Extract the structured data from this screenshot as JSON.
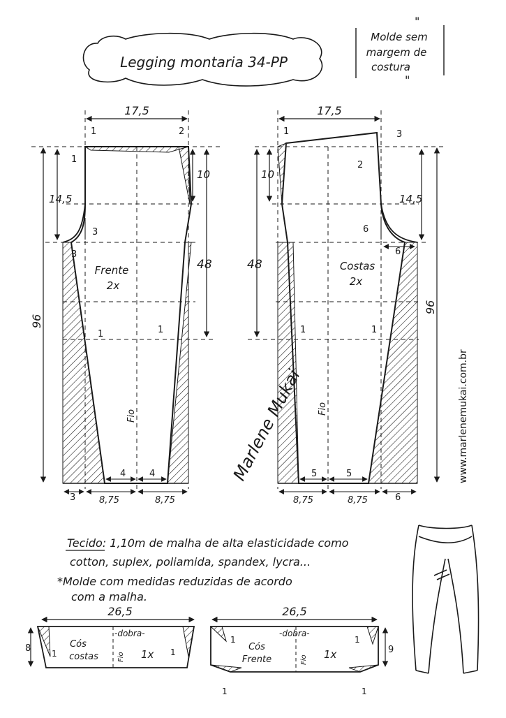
{
  "header": {
    "title": "Legging montaria 34-PP",
    "note_lines": [
      "Molde sem",
      "margem de",
      "costura"
    ],
    "note_quotes": "\""
  },
  "front_piece": {
    "label": "Frente",
    "count": "2x",
    "dim_top_width": "17,5",
    "dim_crotch_depth": "14,5",
    "dim_side_top": "10",
    "dim_inseam": "48",
    "dim_total_length": "96",
    "dim_crotch_point": "3",
    "dim_hem_left_margin": "3",
    "dim_hem_half_left": "8,75",
    "dim_hem_half_right": "8,75",
    "dim_hem_in_left": "4",
    "dim_hem_in_right": "4",
    "marker_1": "1",
    "marker_2": "2",
    "marker_3": "3",
    "grain_label": "Fio"
  },
  "back_piece": {
    "label": "Costas",
    "count": "2x",
    "dim_top_width": "17,5",
    "dim_crotch_depth": "14,5",
    "dim_side_top": "10",
    "dim_inseam": "48",
    "dim_total_length": "96",
    "dim_crotch_point": "6",
    "dim_hem_right_margin": "6",
    "dim_hem_half_left": "8,75",
    "dim_hem_half_right": "8,75",
    "dim_hem_in_left": "5",
    "dim_hem_in_right": "5",
    "marker_1": "1",
    "marker_2": "2",
    "marker_3": "3",
    "grain_label": "Fio"
  },
  "signature": "Marlene Mukai",
  "website": "www.marlenemukai.com.br",
  "fabric_note": {
    "line1": "Tecido: 1,10m de malha de alta elasticidade como",
    "line2": "cotton, suplex, poliamida, spandex, lycra...",
    "line3": "*Molde com medidas reduzidas de acordo",
    "line4": "com a malha."
  },
  "waistband_back": {
    "width": "26,5",
    "fold": "-dobra-",
    "label_line1": "Cós",
    "label_line2": "costas",
    "count": "1x",
    "height": "8",
    "grain": "Fio",
    "marker": "1"
  },
  "waistband_front": {
    "width": "26,5",
    "fold": "-dobra-",
    "label_line1": "Cós",
    "label_line2": "Frente",
    "count": "1x",
    "height": "9",
    "grain": "Fio",
    "marker": "1"
  }
}
